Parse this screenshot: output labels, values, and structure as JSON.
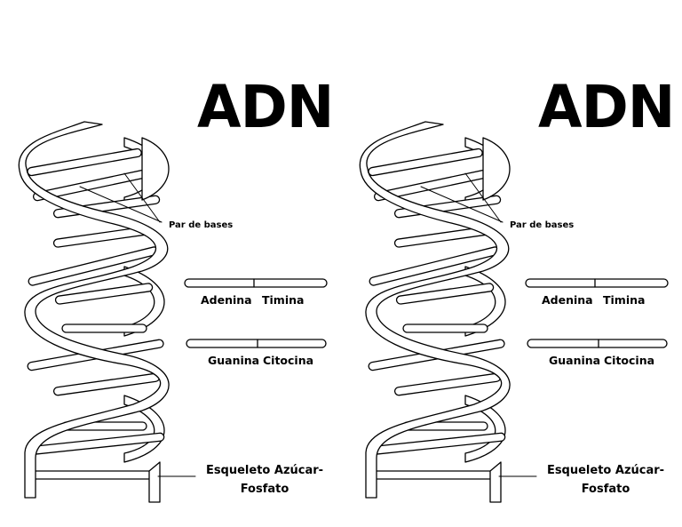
{
  "panels": [
    {
      "title": "ADN",
      "labels": {
        "base_pairs": "Par de bases",
        "adenine": "Adenina",
        "thymine": "Timina",
        "guanine": "Guanina",
        "cytosine": "Citocina",
        "backbone_line1": "Esqueleto Azúcar-",
        "backbone_line2": "Fosfato"
      }
    },
    {
      "title": "ADN",
      "labels": {
        "base_pairs": "Par de bases",
        "adenine": "Adenina",
        "thymine": "Timina",
        "guanine": "Guanina",
        "cytosine": "Citocina",
        "backbone_line1": "Esqueleto Azúcar-",
        "backbone_line2": "Fosfato"
      }
    }
  ]
}
